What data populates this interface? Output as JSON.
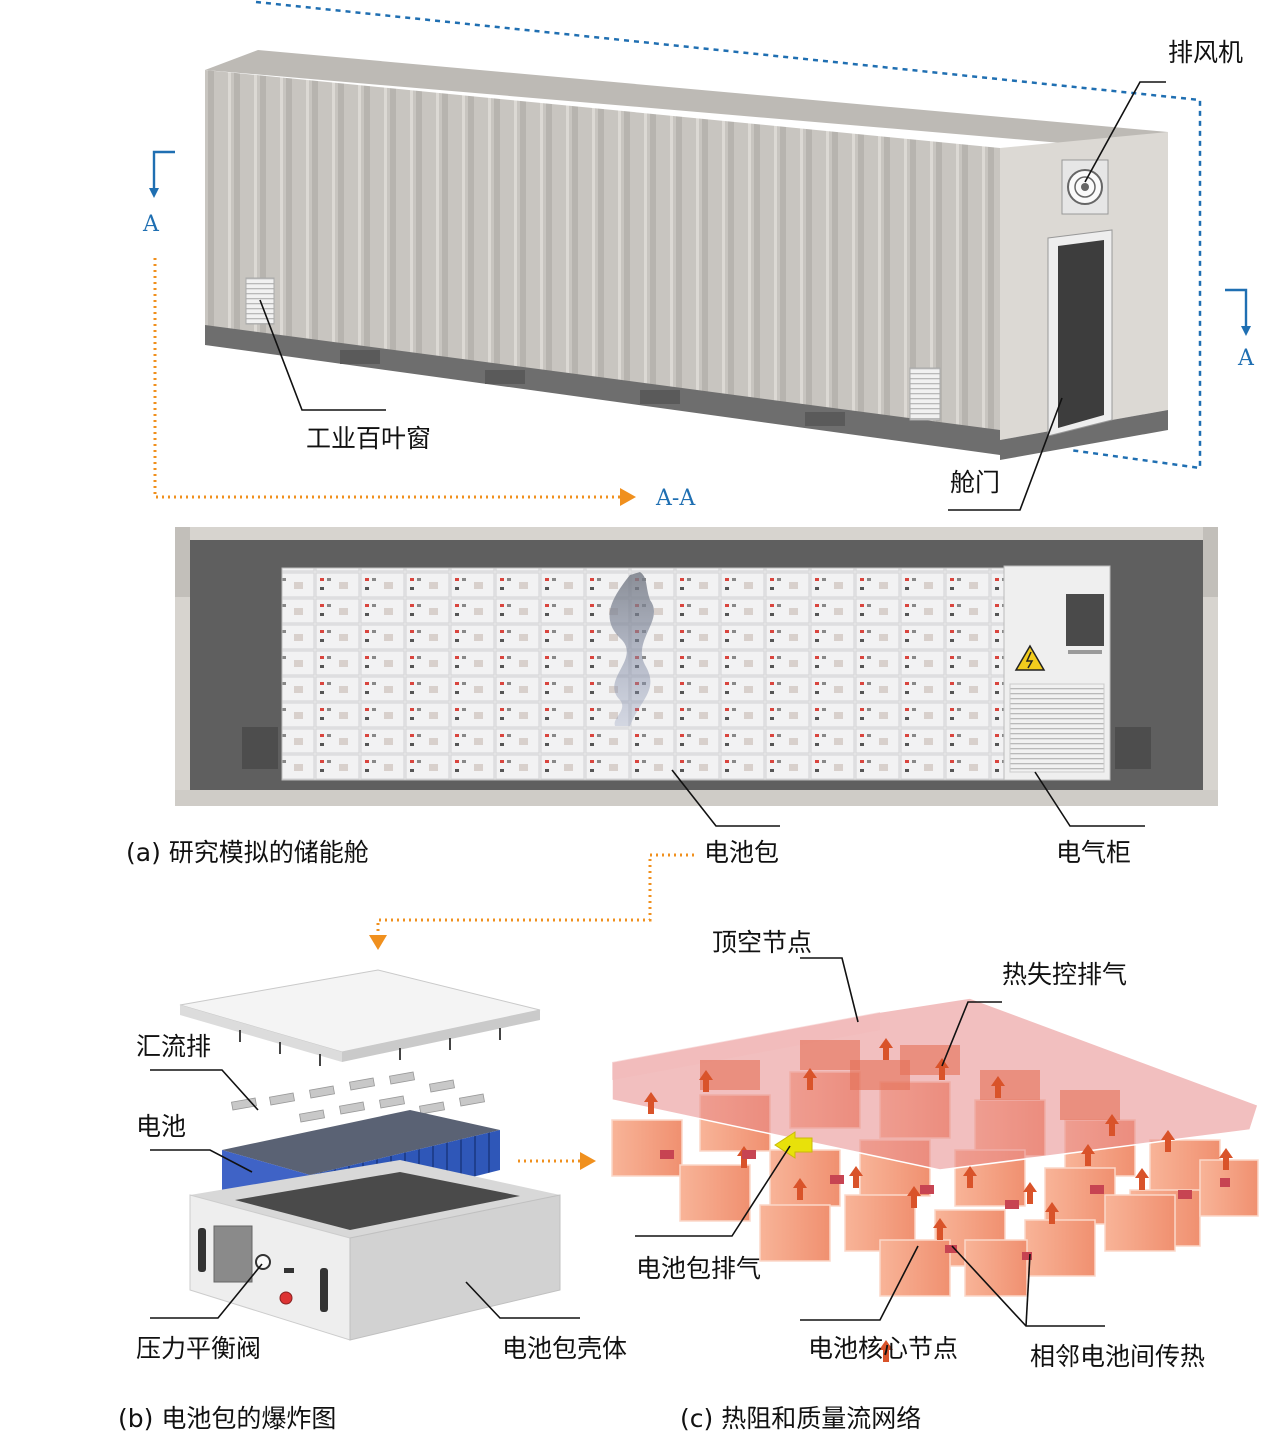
{
  "panel_a": {
    "labels": {
      "fan": "排风机",
      "louver": "工业百叶窗",
      "door": "舱门",
      "section_left": "A",
      "section_right": "A",
      "section_name": "A-A",
      "battery_pack": "电池包",
      "electrical_cabinet": "电气柜"
    },
    "caption": "(a) 研究模拟的储能舱"
  },
  "panel_b": {
    "labels": {
      "busbar": "汇流排",
      "battery": "电池",
      "pressure_valve": "压力平衡阀",
      "pack_shell": "电池包壳体"
    },
    "caption": "(b) 电池包的爆炸图"
  },
  "panel_c": {
    "labels": {
      "headspace_node": "顶空节点",
      "thermal_runaway_vent": "热失控排气",
      "pack_vent": "电池包排气",
      "cell_core_node": "电池核心节点",
      "adjacent_heat_transfer": "相邻电池间传热"
    },
    "caption": "(c) 热阻和质量流网络"
  },
  "colors": {
    "section_line": "#1f6fb2",
    "flow_arrow": "#f0901e",
    "container_body": "#c9c6c1",
    "battery_blue": "#2f57b8",
    "node_plate": "#eea3a3",
    "cell_node": "#f6a688",
    "vent_arrow": "#d9532a",
    "pack_vent_arrow": "#e8e10a"
  }
}
